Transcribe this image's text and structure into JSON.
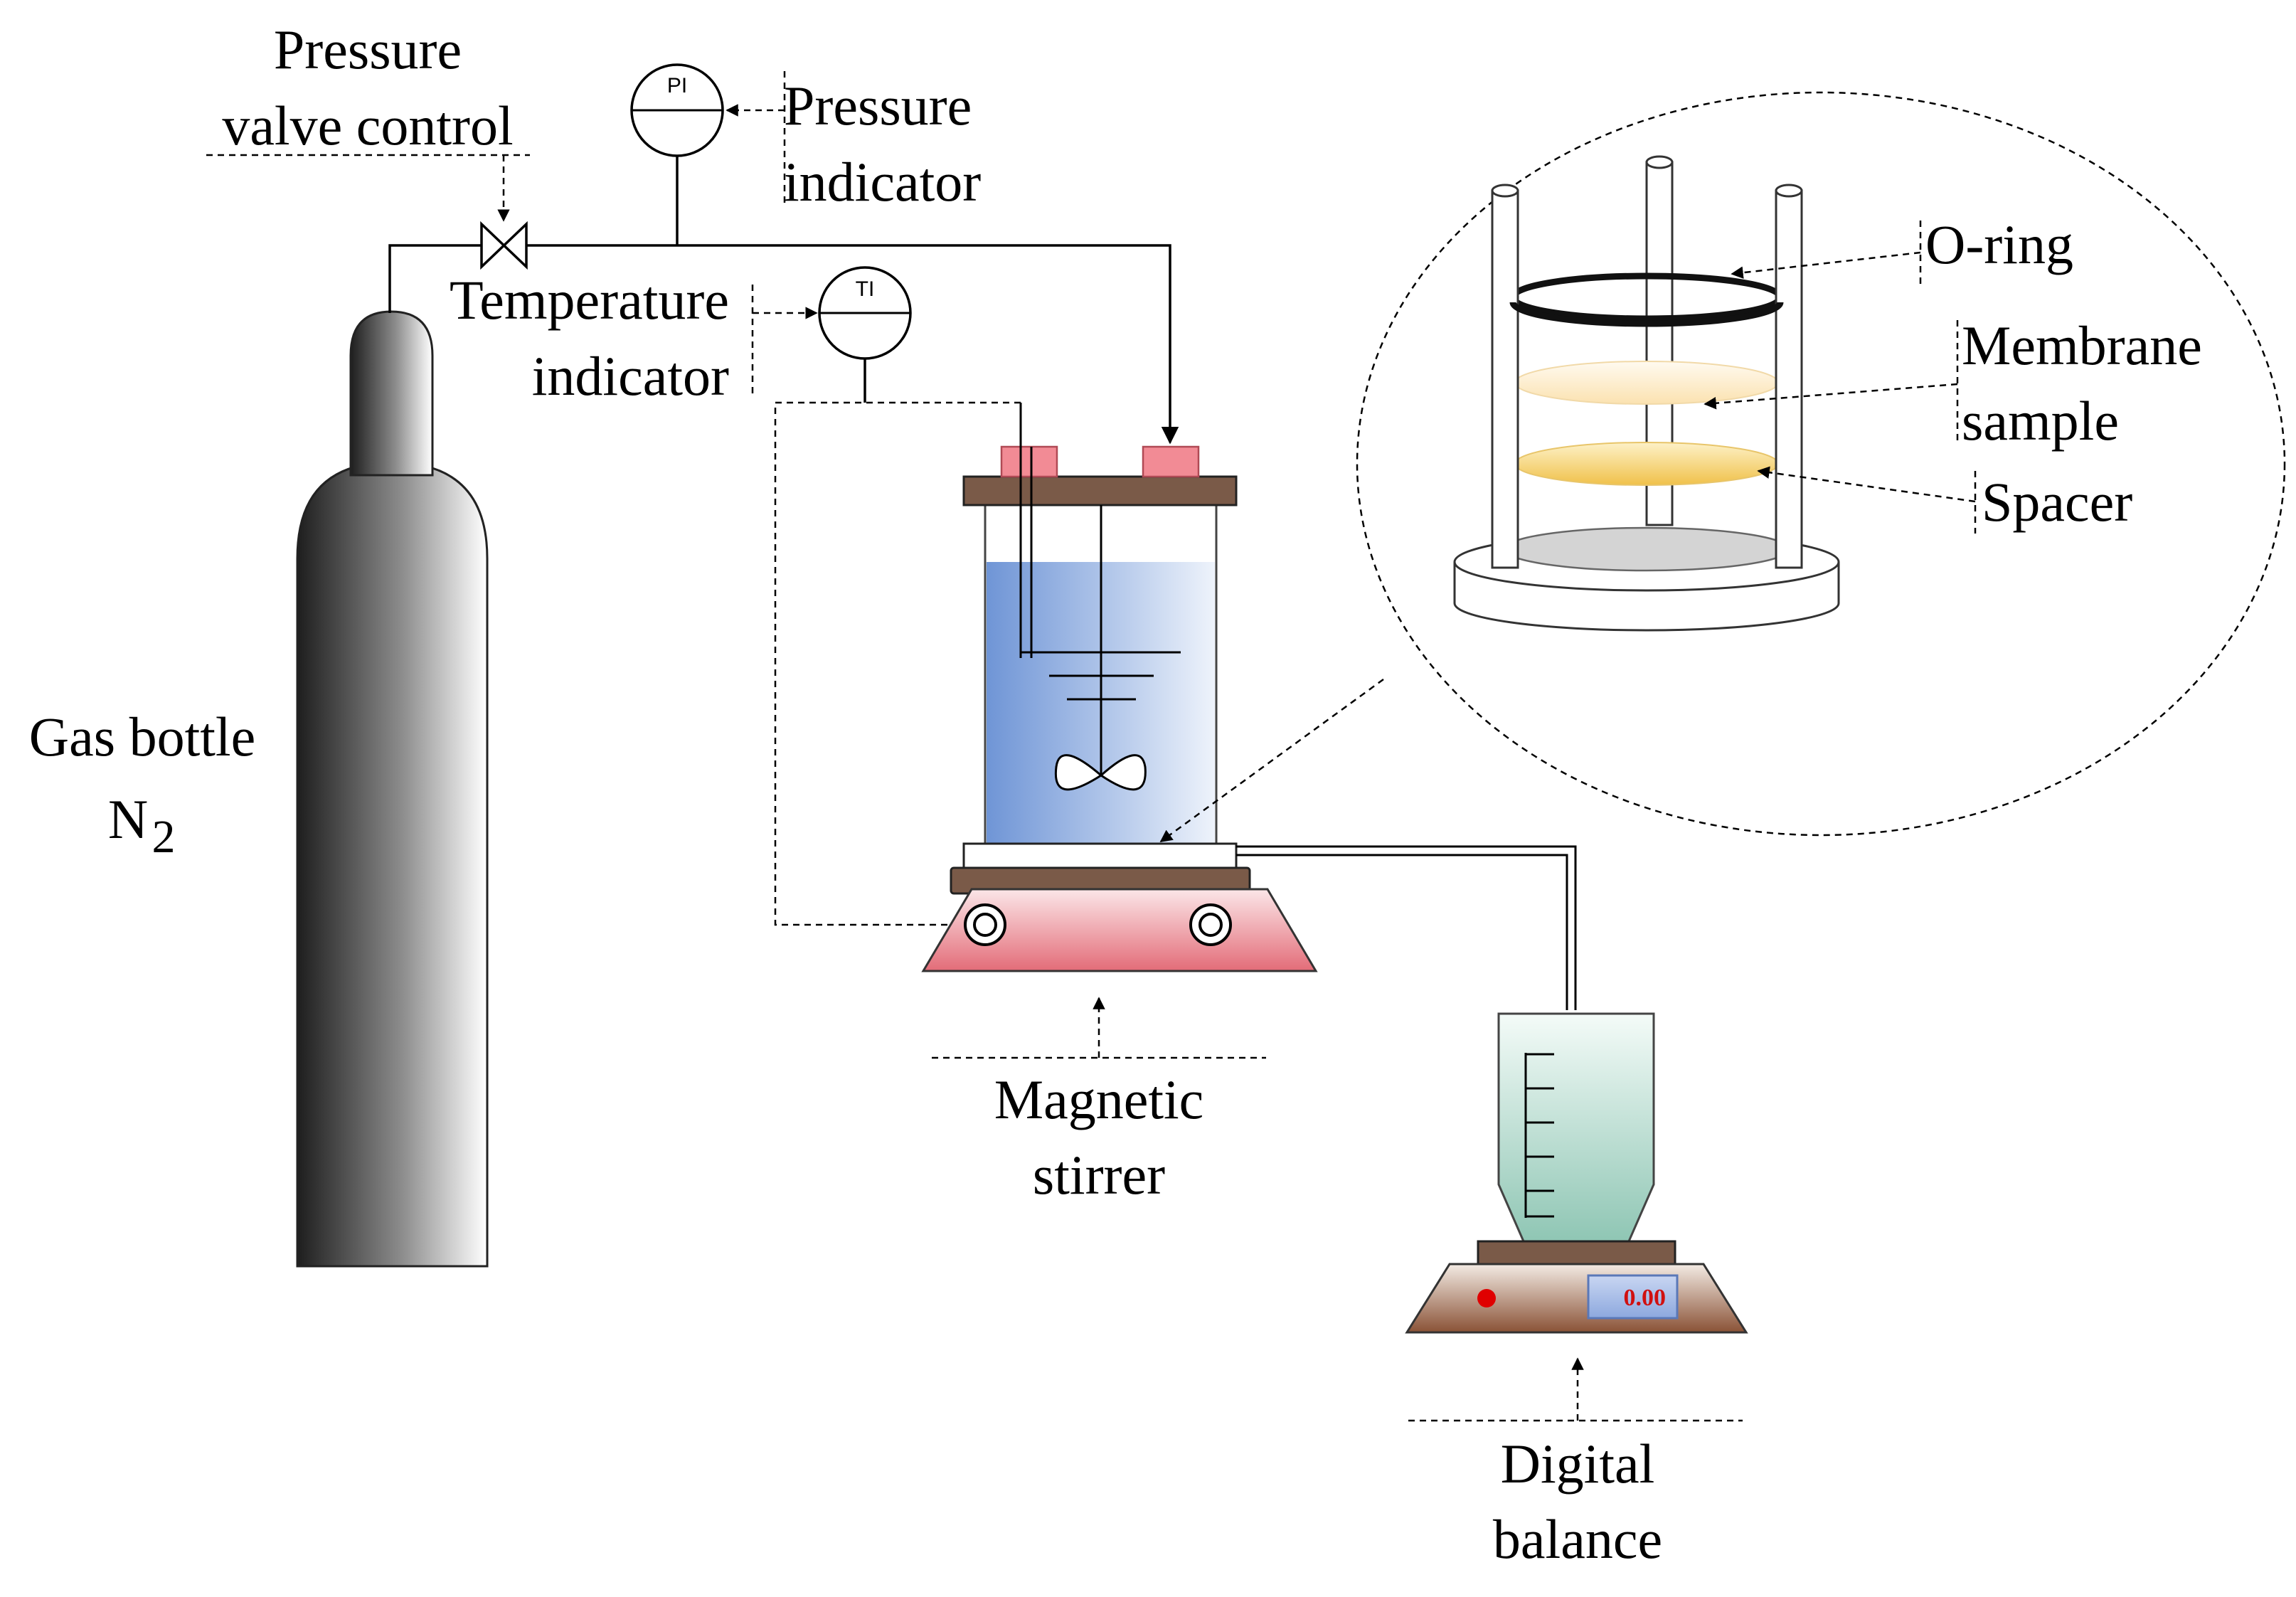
{
  "labels": {
    "pressure_valve_control_l1": "Pressure",
    "pressure_valve_control_l2": "valve control",
    "pressure_indicator_l1": "Pressure",
    "pressure_indicator_l2": "indicator",
    "temperature_indicator_l1": "Temperature",
    "temperature_indicator_l2": "indicator",
    "gas_bottle": "Gas bottle",
    "gas_formula_base": "N",
    "gas_formula_sub": "2",
    "magnetic_stirrer_l1": "Magnetic",
    "magnetic_stirrer_l2": "stirrer",
    "digital_balance_l1": "Digital",
    "digital_balance_l2": "balance",
    "o_ring": "O-ring",
    "membrane_sample_l1": "Membrane",
    "membrane_sample_l2": "sample",
    "spacer": "Spacer"
  },
  "gauges": {
    "pressure": "PI",
    "temperature": "TI"
  },
  "balance_display": "0.00",
  "colors": {
    "cylinder_dark": "#222222",
    "cylinder_light": "#ffffff",
    "water_blue": "#7a9ed8",
    "stirrer_red": "#e0707a",
    "lid_brown": "#7a5a48",
    "spacer_yellow": "#f5cf6a",
    "membrane_cream": "#fde9b8",
    "beaker_green": "#9fcfc0",
    "display_red": "#d01010"
  }
}
